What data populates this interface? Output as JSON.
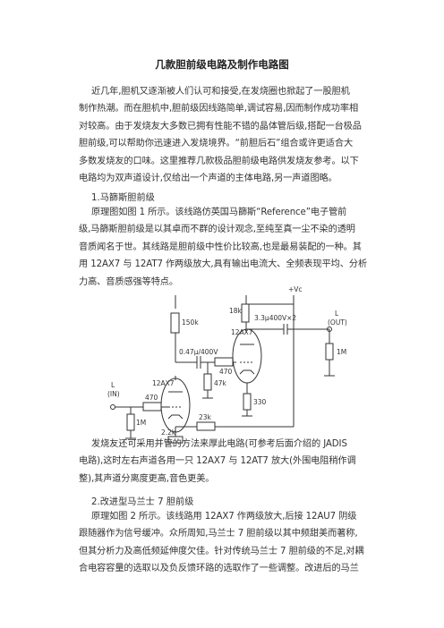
{
  "title": "几款胆前级电路及制作电路图",
  "intro_lines": [
    "近几年,胆机又逐渐被人们认可和接受,在发烧圈也掀起了一股胆机",
    "制作热潮。而在胆机中,胆前级因线路简单,调试容易,因而制作成功率相",
    "对较高。由于发烧友大多数已拥有性能不错的晶体管后级,搭配一台极品",
    "胆前级,可以帮助你迅速进入发烧境界。“前胆后石”组合或许更适合大",
    "多数发烧友的口味。这里推荐几款极品胆前级电路供发烧友参考。以下",
    "电路均为双声道设计,仅给出一个声道的主体电路,另一声道图略。"
  ],
  "section1": {
    "heading": "1.马篩斯胆前级",
    "lines": [
      "原理图如图 1 所示。该线路仿英国马篩斯“Reference”电子管前",
      "级,马篩斯胆前级是以其卓而不群的设计观念,至纯至真一尘不染的透明",
      "音质闻名于世。其线路是胆前级中性价比较高,也是最易装配的一种。其",
      "用 12AX7 与 12AT7 作两级放大,具有输出电流大、全频表现平均、分析",
      "力高、音质感强等特点。"
    ]
  },
  "schematic": {
    "labels": {
      "vc": "+Vc",
      "r_18k": "18k",
      "c_out": "3.3μ400V×2",
      "l_out": "L",
      "out": "(OUT)",
      "r_150k": "150k",
      "c_047": "0.47μ/400V",
      "tube2": "12AX7",
      "r_470_b": "470",
      "r_47k": "47k",
      "r_1m_out": "1M",
      "tube1": "12AX7",
      "l_in": "L",
      "in": "(IN)",
      "r_470_a": "470",
      "r_330": "330",
      "r_1m_in": "1M",
      "r_23k": "23k",
      "r_22k": "2.2k"
    }
  },
  "after_lines": [
    "发烧友还可采用并管的方法来厚此电路(可参考后面介绍的 JADIS",
    "电路),这时左右声道各用一只 12AX7 与 12AT7 放大(外围电阻稍作调",
    "整),其声道分离度更高,音色更美。"
  ],
  "section2": {
    "heading": "2.改进型马兰士 7 胆前级",
    "lines": [
      "原理如图 2 所示。该线路用 12AX7 作两级放大,后接 12AU7 阴级",
      "跟随器作为信号缓冲。众所周知,马兰士 7 胆前级以其中频甜美而著称,",
      "但其分析力及高低频延伸度欠佳。针对传统马兰士 7 胆前级的不足,对耦",
      "合电容容量的选取以及负反馈环路的选取作了一些调整。改进后的马兰"
    ]
  }
}
